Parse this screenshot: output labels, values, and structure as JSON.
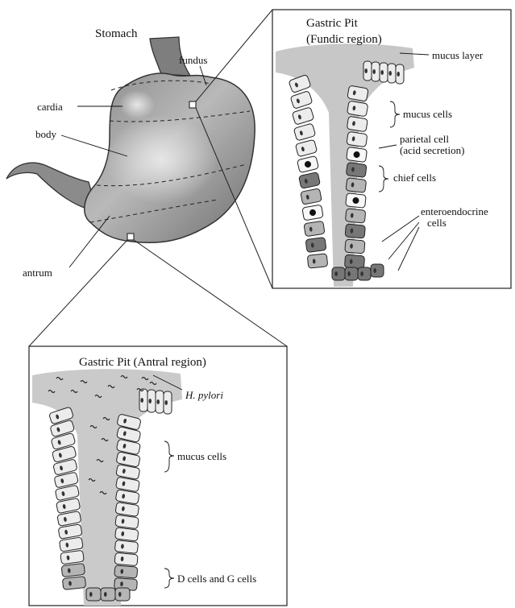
{
  "stomach": {
    "title": "Stomach",
    "labels": {
      "fundus": "fundus",
      "cardia": "cardia",
      "body": "body",
      "antrum": "antrum"
    }
  },
  "fundic_pit": {
    "title_line1": "Gastric Pit",
    "title_line2": "(Fundic region)",
    "labels": {
      "mucus_layer": "mucus layer",
      "mucus_cells": "mucus cells",
      "parietal_line1": "parietal cell",
      "parietal_line2": "(acid secretion)",
      "chief_cells": "chief cells",
      "entero_line1": "enteroendocrine",
      "entero_line2": "cells"
    }
  },
  "antral_pit": {
    "title": "Gastric Pit (Antral region)",
    "labels": {
      "h_pylori": "H. pylori",
      "mucus_cells": "mucus cells",
      "dg_cells": "D cells and G cells"
    }
  },
  "colors": {
    "stomach_fill": "#9a9a9a",
    "mucus": "#c9c9c9",
    "cell_light": "#ececec",
    "cell_mid": "#b5b5b5",
    "cell_dark": "#777777",
    "parietal": "#f7f7f7"
  }
}
